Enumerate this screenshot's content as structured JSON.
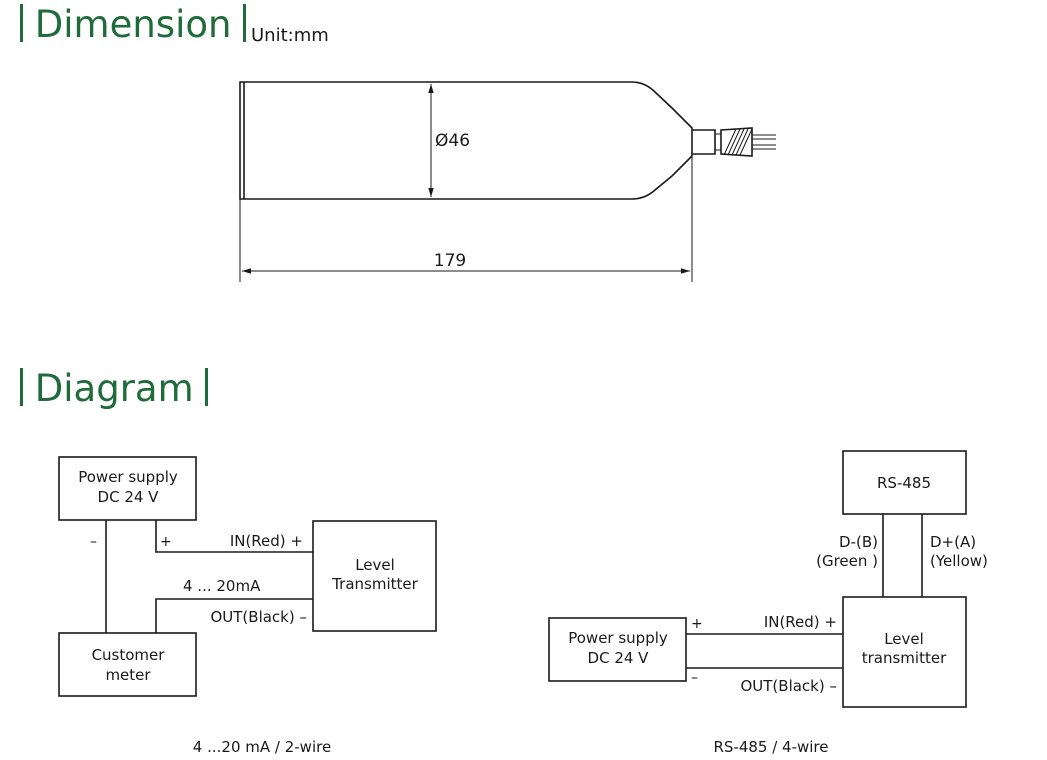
{
  "dimension": {
    "title": "Dimension",
    "unit": "Unit:mm",
    "diameter_label": "Ø46",
    "length_label": "179"
  },
  "diagram": {
    "title": "Diagram",
    "two_wire": {
      "power_supply": [
        "Power supply",
        "DC 24 V"
      ],
      "level_transmitter": [
        "Level",
        "Transmitter"
      ],
      "customer_meter": [
        "Customer",
        "meter"
      ],
      "minus": "–",
      "plus": "+",
      "in_label": "IN(Red) +",
      "current_label": "4 ... 20mA",
      "out_label": "OUT(Black) –",
      "caption": "4 ...20 mA / 2-wire"
    },
    "four_wire": {
      "rs485": "RS-485",
      "d_minus": [
        "D-(B)",
        "(Green )"
      ],
      "d_plus": [
        "D+(A)",
        "(Yellow)"
      ],
      "power_supply": [
        "Power supply",
        "DC 24 V"
      ],
      "level_transmitter": [
        "Level",
        "transmitter"
      ],
      "plus": "+",
      "minus": "–",
      "in_label": "IN(Red) +",
      "out_label": "OUT(Black) –",
      "caption": "RS-485 / 4-wire"
    }
  },
  "colors": {
    "accent": "#1f6b3a",
    "line": "#1a1a1a"
  }
}
